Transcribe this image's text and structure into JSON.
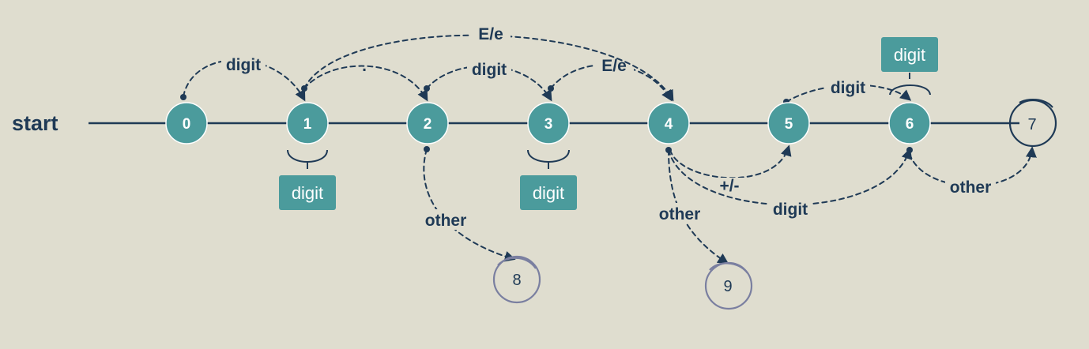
{
  "start_label": "start",
  "colors": {
    "background": "#dfddcf",
    "state_fill": "#4b9b9c",
    "ink": "#1f3a56",
    "final_ring_dark": "#1f3a56",
    "final_ring_muted": "#7a7fa0"
  },
  "states": [
    {
      "id": "0",
      "label": "0",
      "kind": "normal"
    },
    {
      "id": "1",
      "label": "1",
      "kind": "normal"
    },
    {
      "id": "2",
      "label": "2",
      "kind": "normal"
    },
    {
      "id": "3",
      "label": "3",
      "kind": "normal"
    },
    {
      "id": "4",
      "label": "4",
      "kind": "normal"
    },
    {
      "id": "5",
      "label": "5",
      "kind": "normal"
    },
    {
      "id": "6",
      "label": "6",
      "kind": "normal"
    },
    {
      "id": "7",
      "label": "7",
      "kind": "final"
    },
    {
      "id": "8",
      "label": "8",
      "kind": "final"
    },
    {
      "id": "9",
      "label": "9",
      "kind": "final"
    }
  ],
  "transitions": [
    {
      "from": "0",
      "to": "1",
      "label": "digit"
    },
    {
      "from": "1",
      "to": "2",
      "label": "."
    },
    {
      "from": "2",
      "to": "3",
      "label": "digit"
    },
    {
      "from": "3",
      "to": "4",
      "label": "E/e"
    },
    {
      "from": "1",
      "to": "4",
      "label": "E/e"
    },
    {
      "from": "5",
      "to": "6",
      "label": "digit"
    },
    {
      "from": "2",
      "to": "8",
      "label": "other"
    },
    {
      "from": "4",
      "to": "9",
      "label": "other"
    },
    {
      "from": "4",
      "to": "5",
      "label": "+/-"
    },
    {
      "from": "4",
      "to": "6",
      "label": "digit"
    },
    {
      "from": "6",
      "to": "7",
      "label": "other"
    }
  ],
  "self_loops": [
    {
      "state": "1",
      "label": "digit"
    },
    {
      "state": "3",
      "label": "digit"
    },
    {
      "state": "6",
      "label": "digit"
    }
  ]
}
